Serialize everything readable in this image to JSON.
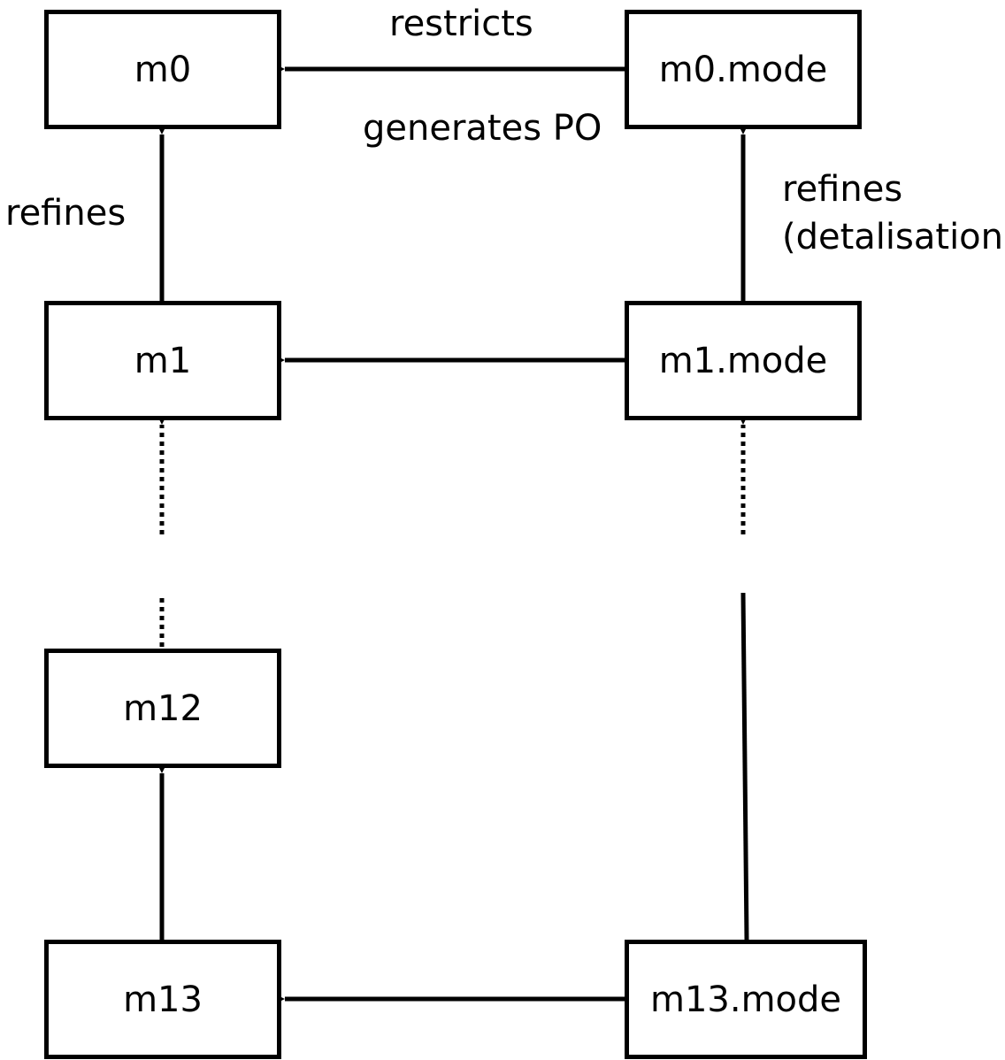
{
  "nodes": {
    "m0": "m0",
    "m0_mode": "m0.mode",
    "m1": "m1",
    "m1_mode": "m1.mode",
    "m12": "m12",
    "m13": "m13",
    "m13_mode": "m13.mode"
  },
  "labels": {
    "restricts": "restricts",
    "generates_po": "generates PO",
    "refines_left": "refines",
    "refines_right_line1": "refines",
    "refines_right_line2": "(detalisation)"
  }
}
